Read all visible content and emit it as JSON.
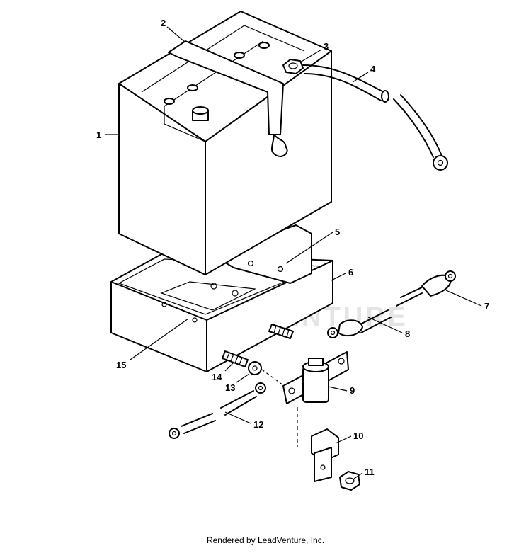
{
  "diagram": {
    "watermark": "LEADVENTURE",
    "callouts": [
      "1",
      "2",
      "3",
      "4",
      "5",
      "6",
      "7",
      "8",
      "9",
      "10",
      "11",
      "12",
      "13",
      "14",
      "15"
    ],
    "footer": "Rendered by LeadVenture, Inc.",
    "parts": [
      {
        "id": "1",
        "name": "battery"
      },
      {
        "id": "2",
        "name": "hold-down strap"
      },
      {
        "id": "3",
        "name": "terminal nut"
      },
      {
        "id": "4",
        "name": "positive cable"
      },
      {
        "id": "5",
        "name": "tray bracket"
      },
      {
        "id": "6",
        "name": "battery tray"
      },
      {
        "id": "7",
        "name": "cable"
      },
      {
        "id": "8",
        "name": "cable"
      },
      {
        "id": "9",
        "name": "solenoid"
      },
      {
        "id": "10",
        "name": "connector"
      },
      {
        "id": "11",
        "name": "hex nut"
      },
      {
        "id": "12",
        "name": "ground cable"
      },
      {
        "id": "13",
        "name": "lock washer"
      },
      {
        "id": "14",
        "name": "stud"
      },
      {
        "id": "15",
        "name": "tray pad"
      }
    ]
  }
}
